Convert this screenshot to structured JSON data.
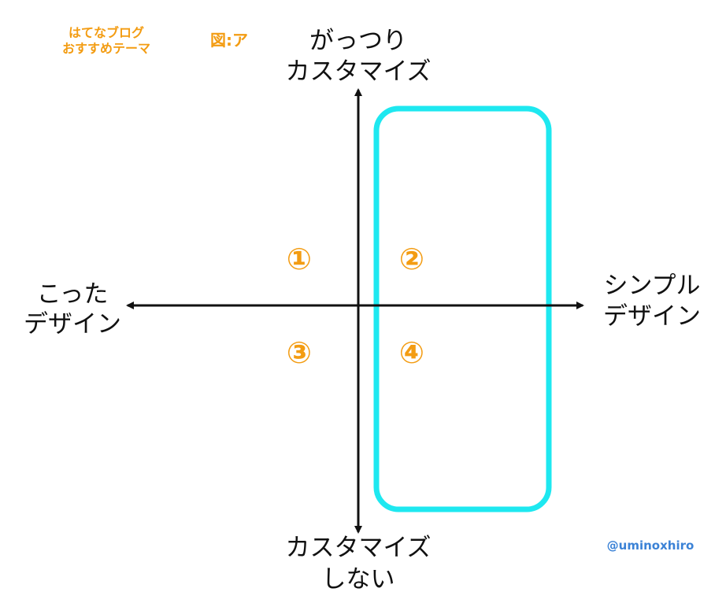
{
  "header": {
    "blog_line1": "はてなブログ",
    "blog_line2": "おすすめテーマ",
    "figure_label": "図:ア"
  },
  "axes": {
    "top_line1": "がっつり",
    "top_line2": "カスタマイズ",
    "bottom_line1": "カスタマイズ",
    "bottom_line2": "しない",
    "left_line1": "こった",
    "left_line2": "デザイン",
    "right_line1": "シンプル",
    "right_line2": "デザイン"
  },
  "quadrants": {
    "q1": "①",
    "q2": "②",
    "q3": "③",
    "q4": "④"
  },
  "credit": "@uminoxhiro",
  "colors": {
    "accent_orange": "#f39c12",
    "highlight_cyan": "#1ee8f0",
    "axis": "#111111",
    "credit_blue": "#3b82d6"
  }
}
